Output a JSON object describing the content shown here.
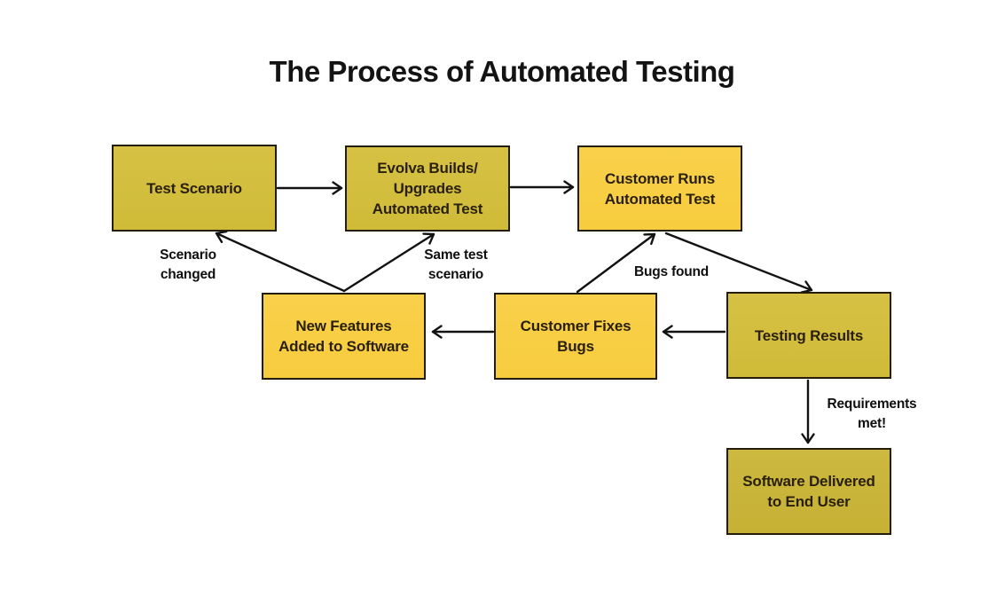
{
  "title": "The Process of Automated Testing",
  "colors": {
    "bright_box": "#F7CC3E",
    "olive_box": "#D0BB38",
    "dark_olive_box": "#C6B135",
    "box_border": "#231D0D",
    "arrow": "#121212",
    "background": "#FFFFFF",
    "title_text": "#131313",
    "node_text": "#291F0D"
  },
  "nodes": {
    "test_scenario": {
      "label": "Test Scenario"
    },
    "evolva_builds": {
      "label": "Evolva Builds/\nUpgrades\nAutomated Test"
    },
    "customer_runs": {
      "label": "Customer Runs\nAutomated Test"
    },
    "new_features": {
      "label": "New Features\nAdded to Software"
    },
    "customer_fixes": {
      "label": "Customer Fixes\nBugs"
    },
    "testing_results": {
      "label": "Testing Results"
    },
    "software_delivered": {
      "label": "Software Delivered\nto End User"
    }
  },
  "edge_labels": {
    "scenario_changed": "Scenario\nchanged",
    "same_test_scenario": "Same test\nscenario",
    "bugs_found": "Bugs found",
    "requirements_met": "Requirements\nmet!"
  },
  "edges": [
    {
      "from": "test_scenario",
      "to": "evolva_builds",
      "label": ""
    },
    {
      "from": "evolva_builds",
      "to": "customer_runs",
      "label": ""
    },
    {
      "from": "customer_runs",
      "to": "testing_results",
      "label": ""
    },
    {
      "from": "testing_results",
      "to": "customer_fixes",
      "label": "Bugs found"
    },
    {
      "from": "customer_fixes",
      "to": "new_features",
      "label": ""
    },
    {
      "from": "customer_fixes",
      "to": "customer_runs",
      "label": ""
    },
    {
      "from": "new_features",
      "to": "test_scenario",
      "label": "Scenario changed"
    },
    {
      "from": "new_features",
      "to": "evolva_builds",
      "label": "Same test scenario"
    },
    {
      "from": "testing_results",
      "to": "software_delivered",
      "label": "Requirements met!"
    }
  ]
}
